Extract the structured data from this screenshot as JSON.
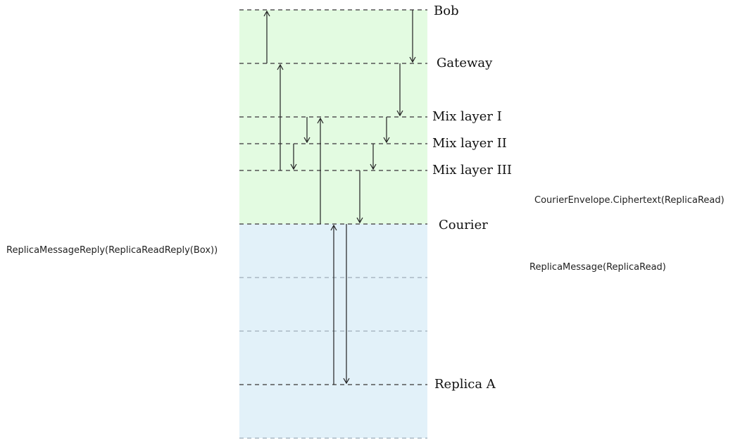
{
  "layers": [
    {
      "id": "bob",
      "label": "Bob"
    },
    {
      "id": "gateway",
      "label": "Gateway"
    },
    {
      "id": "mix1",
      "label": "Mix layer I"
    },
    {
      "id": "mix2",
      "label": "Mix layer II"
    },
    {
      "id": "mix3",
      "label": "Mix layer III"
    },
    {
      "id": "courier",
      "label": "Courier"
    },
    {
      "id": "replica_a",
      "label": "Replica A"
    }
  ],
  "messages": {
    "courier_envelope": "CourierEnvelope.Ciphertext(ReplicaRead)",
    "replica_message": "ReplicaMessage(ReplicaRead)",
    "replica_reply": "ReplicaMessageReply(ReplicaReadReply(Box))"
  },
  "colors": {
    "mixnet_region": "#e3fbe1",
    "storage_region": "#e2f1f9",
    "line": "#555555"
  }
}
